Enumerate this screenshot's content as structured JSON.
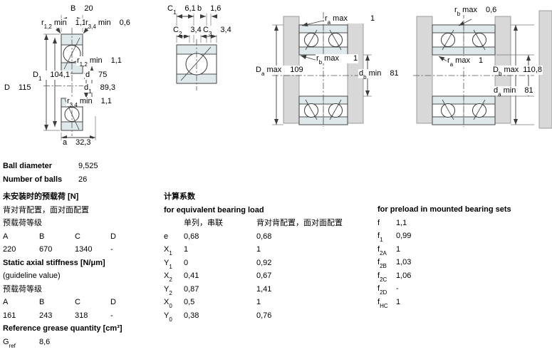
{
  "info": {
    "ball_diameter_label": "Ball diameter",
    "ball_diameter_value": "9,525",
    "number_of_balls_label": "Number of balls",
    "number_of_balls_value": "26"
  },
  "preload_unmounted": {
    "title": "未安装时的预载荷 [N]",
    "subtitle": "背对背配置，面对面配置",
    "class_label": "预载荷等级",
    "columns": [
      "A",
      "B",
      "C",
      "D"
    ],
    "values": [
      "220",
      "670",
      "1340",
      "-"
    ]
  },
  "stiffness": {
    "title": "Static axial stiffness [N/μm]",
    "subtitle": "(guideline value)",
    "class_label": "预载荷等级",
    "columns": [
      "A",
      "B",
      "C",
      "D"
    ],
    "values": [
      "161",
      "243",
      "318",
      "-"
    ]
  },
  "grease": {
    "title": "Reference grease quantity [cm³]",
    "symbol": {
      "sym": "G",
      "sub": "ref",
      "val": "8,6"
    }
  },
  "factors": {
    "title": "计算系数",
    "subtitle": "for equivalent bearing load",
    "col1_header": "单列，串联",
    "col2_header": "背对背配置，面对面配置",
    "rows": [
      {
        "sym": "e",
        "v1": "0,68",
        "v2": "0,68"
      },
      {
        "sym": "X",
        "sub": "1",
        "v1": "1",
        "v2": "1"
      },
      {
        "sym": "Y",
        "sub": "1",
        "v1": "0",
        "v2": "0,92"
      },
      {
        "sym": "X",
        "sub": "2",
        "v1": "0,41",
        "v2": "0,67"
      },
      {
        "sym": "Y",
        "sub": "2",
        "v1": "0,87",
        "v2": "1,41"
      },
      {
        "sym": "X",
        "sub": "0",
        "v1": "0,5",
        "v2": "1"
      },
      {
        "sym": "Y",
        "sub": "0",
        "v1": "0,38",
        "v2": "0,76"
      }
    ]
  },
  "preload_factors": {
    "title": "for preload in mounted bearing sets",
    "rows": [
      {
        "sym": "f",
        "val": "1,1"
      },
      {
        "sym": "f",
        "sub": "1",
        "val": "0,99"
      },
      {
        "sym": "f",
        "sub": "2A",
        "val": "1"
      },
      {
        "sym": "f",
        "sub": "2B",
        "val": "1,03"
      },
      {
        "sym": "f",
        "sub": "2C",
        "val": "1,06"
      },
      {
        "sym": "f",
        "sub": "2D",
        "val": "-"
      },
      {
        "sym": "f",
        "sub": "HC",
        "val": "1"
      }
    ]
  },
  "drawings": {
    "d1": {
      "b": {
        "sym": "B",
        "val": "20"
      },
      "r12_top": {
        "sym": "r",
        "sub": "1,2",
        "suf": " min",
        "val": "1,1"
      },
      "r34_top": {
        "sym": "r",
        "sub": "3,4",
        "suf": " min",
        "val": "0,6"
      },
      "D1": {
        "sym": "D",
        "sub": "1",
        "val": "104,1"
      },
      "D": {
        "sym": "D",
        "val": "115"
      },
      "r12_inner": {
        "sym": "r",
        "sub": "1,2",
        "suf": " min",
        "val": "1,1"
      },
      "d": {
        "sym": "d",
        "val": "75"
      },
      "d1": {
        "sym": "d",
        "sub": "1",
        "val": "89,3"
      },
      "r34_inner": {
        "sym": "r",
        "sub": "3,4",
        "suf": " min",
        "val": "1,1"
      },
      "a": {
        "sym": "a",
        "val": "32,3"
      }
    },
    "d2": {
      "C1": {
        "sym": "C",
        "sub": "1",
        "val": "6,1"
      },
      "b": {
        "sym": "b",
        "val": "1,6"
      },
      "C2": {
        "sym": "C",
        "sub": "2",
        "val": "3,4"
      },
      "C3": {
        "sym": "C",
        "sub": "3",
        "val": "3,4"
      }
    },
    "d3": {
      "ra": {
        "sym": "r",
        "sub": "a",
        "suf": " max",
        "val": "1"
      },
      "Da": {
        "sym": "D",
        "sub": "a",
        "suf": " max",
        "val": "109"
      },
      "rb": {
        "sym": "r",
        "sub": "b",
        "suf": " max",
        "val": "1"
      },
      "db": {
        "sym": "d",
        "sub": "b",
        "suf": " min",
        "val": "81"
      }
    },
    "d4": {
      "rb": {
        "sym": "r",
        "sub": "b",
        "suf": " max",
        "val": "0,6"
      },
      "ra": {
        "sym": "r",
        "sub": "a",
        "suf": " max",
        "val": "1"
      },
      "Db": {
        "sym": "D",
        "sub": "b",
        "suf": " max",
        "val": "110,8"
      },
      "da": {
        "sym": "d",
        "sub": "a",
        "suf": " min",
        "val": "81"
      }
    }
  },
  "colors": {
    "ring_fill": "#dfe9ec",
    "housing_fill": "#d8d8d8",
    "line": "#3c3c3c"
  }
}
